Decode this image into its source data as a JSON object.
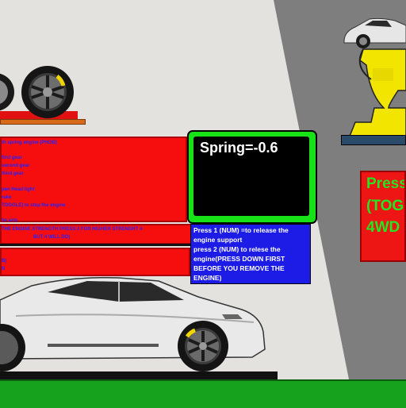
{
  "info_panel": {
    "lines": [
      "th spring engine (PHOB)",
      "first gear",
      "second gear",
      "third gear",
      "pen Head light",
      "rake",
      "TOGGLE) to stop the engine",
      "he axis"
    ]
  },
  "strength_bar": {
    "line1": "THE ENGINE STRENGTH PRESS 2 FOR HIGHER STRENGHT 4",
    "line2": "BUT 4 WILL DO)"
  },
  "lower_panel": {
    "line1": "B)",
    "line2": "N"
  },
  "spring_display": {
    "label": "Spring=-0.6"
  },
  "instructions": {
    "lines": [
      "Press 1 (NUM) =to release the",
      "engine support",
      "press 2 (NUM) to relese the",
      "engine(PRESS DOWN FIRST",
      "BEFORE YOU REMOVE THE",
      "ENGINE)"
    ]
  },
  "right_panel": {
    "lines": [
      "Press",
      "(TOG",
      "4WD"
    ]
  },
  "colors": {
    "ground": "#17a21d",
    "panel_red": "#f60d0d",
    "spring_green": "#17e217",
    "instruction_blue": "#1c1ce6",
    "trophy_gold": "#f2e600"
  }
}
